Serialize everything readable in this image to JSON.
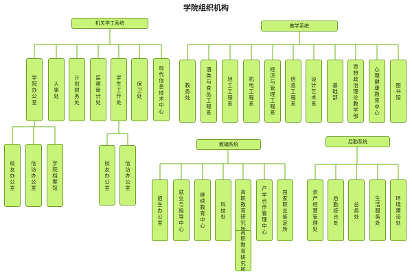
{
  "title": "学院组织机构",
  "colors": {
    "box_fill": "#c8f47a",
    "box_border": "#6e9e2f",
    "connector": "#7fbf3a"
  },
  "groups": {
    "jiguan": {
      "label": "机关学工系统",
      "units": [
        "学院办公室",
        "人事处",
        "计划财务处",
        "监察审计处",
        "学生工作处",
        "保卫处",
        "现代信息技术中心"
      ],
      "sub_xueyuan": [
        "校友办公室",
        "信访办公室",
        "学院档案馆"
      ],
      "sub_xuesheng": [
        "校友办公室",
        "信访办公室"
      ]
    },
    "jiaoxue": {
      "label": "教学系统",
      "units": [
        "教务处",
        "酒类与食品工程系",
        "轻工工程系",
        "机电工程系",
        "经济与管理工程系",
        "信息工程系",
        "设计艺术系",
        "基础部",
        "思想政治理论教学部",
        "心理健康教育中心",
        "图书馆"
      ]
    },
    "jiaofu": {
      "label": "教辅系统",
      "units": [
        "招生办公室",
        "就业与指导中心",
        "继续教育中心",
        "科技处",
        "高职教育研究所",
        "产学合作管理中心",
        "国家职业鉴定所"
      ],
      "sub_gaozhi": [
        "高职教育研究所"
      ]
    },
    "houqin": {
      "label": "后勤系统",
      "units": [
        "资产经营管理处",
        "后勤综合处",
        "总务处",
        "生活服务处",
        "环境建设处"
      ]
    }
  }
}
